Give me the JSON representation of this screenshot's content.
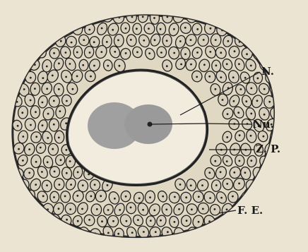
{
  "figure": {
    "background_color": "#ece4d2",
    "ink_color": "#1f1f1f",
    "cell_fill": "#cfc7b5",
    "nucleus_fill": "#9c9c9c"
  },
  "labels": {
    "n": "N.",
    "nu": "Nu.",
    "zp": "Z. P.",
    "fe": "F. E."
  }
}
